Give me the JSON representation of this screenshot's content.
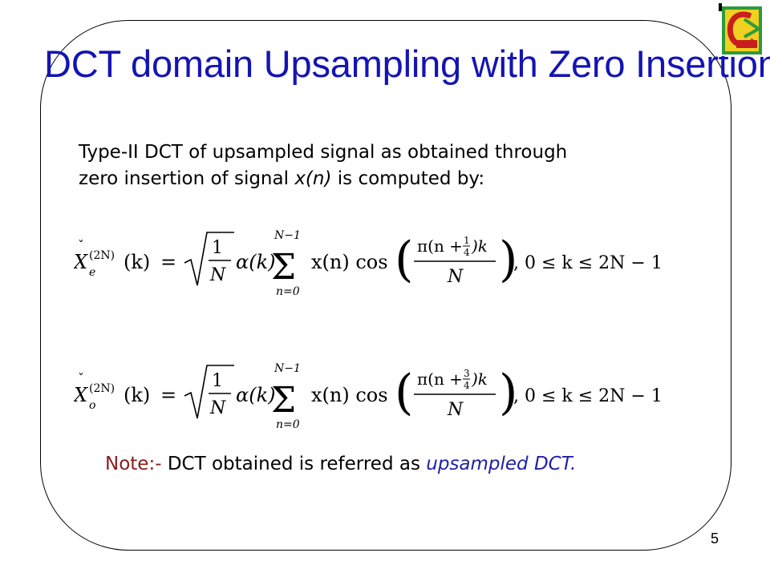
{
  "slide": {
    "title": "DCT domain Upsampling with Zero Insertion",
    "intro_line1": "Type-II DCT of upsampled  signal as obtained through",
    "intro_line2_prefix": "zero insertion of signal ",
    "intro_line2_var": "x(n)",
    "intro_line2_suffix": " is computed by:",
    "equations": [
      {
        "symbol": "X",
        "sub": "e",
        "sup": "(2N)",
        "arg": "(k)",
        "frac_num": "1",
        "frac_den": "N",
        "alpha": "α(k)",
        "sum_top": "N−1",
        "sum_bot": "n=0",
        "term": "x(n) cos",
        "cos_num_pre": "π(n + ",
        "cos_num_frac_num": "1",
        "cos_num_frac_den": "4",
        "cos_num_post": ")k",
        "cos_den": "N",
        "range": ", 0 ≤ k ≤ 2N − 1"
      },
      {
        "symbol": "X",
        "sub": "o",
        "sup": "(2N)",
        "arg": "(k)",
        "frac_num": "1",
        "frac_den": "N",
        "alpha": "α(k)",
        "sum_top": "N−1",
        "sum_bot": "n=0",
        "term": "x(n) cos",
        "cos_num_pre": "π(n + ",
        "cos_num_frac_num": "3",
        "cos_num_frac_den": "4",
        "cos_num_post": ")k",
        "cos_den": "N",
        "range": ", 0 ≤ k ≤ 2N − 1"
      }
    ],
    "note_lead": "Note:- ",
    "note_text": "DCT obtained is referred as ",
    "note_emphasis": "upsampled DCT.",
    "page_number": "5"
  },
  "colors": {
    "title": "#1414b4",
    "note_lead": "#8b1a1a",
    "note_emphasis": "#2020a8",
    "logo_green": "#2e9a3a",
    "logo_red": "#c81e1e",
    "logo_yellow": "#f0d020"
  }
}
